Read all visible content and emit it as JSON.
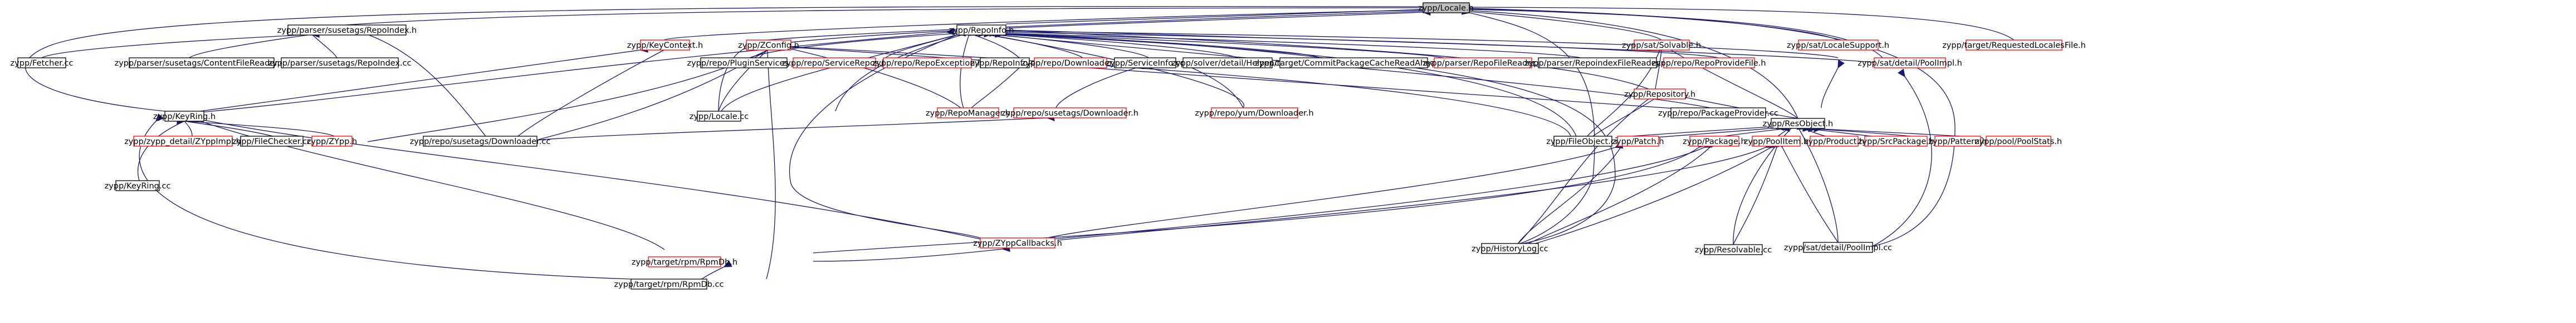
{
  "colors": {
    "edge": "#191970",
    "node_border_normal": "#000000",
    "node_border_red": "#ff0000",
    "root_fill": "#bfbfbf",
    "text": "#000000"
  },
  "nodes": {
    "root": "zypp/Locale.h",
    "reposinfo": "zypp/RepoInfo.h",
    "repoindex": "zypp/parser/susetags/RepoIndex.h",
    "fetcher": "zypp/Fetcher.cc",
    "contentfilereader": "zypp/parser/susetags/ContentFileReader.cc",
    "repoindexcc": "zypp/parser/susetags/RepoIndex.cc",
    "keyring": "zypp/KeyRing.h",
    "keycontext": "zypp/KeyContext.h",
    "zconfig": "zypp/ZConfig.h",
    "pluginservices": "zypp/repo/PluginServices.cc",
    "servicerepos": "zypp/repo/ServiceRepos.h",
    "repoexception": "zypp/repo/RepoException.h",
    "repoinfocc": "zypp/RepoInfo.cc",
    "repodownloader": "zypp/repo/Downloader.h",
    "serviceinfo": "zypp/ServiceInfo.cc",
    "solvhelper": "zypp/solver/detail/Helper.cc",
    "commitcache": "zypp/target/CommitPackageCacheReadAhead.cc",
    "repofilereader": "zypp/parser/RepoFileReader.h",
    "repoindexfilereader": "zypp/parser/RepoindexFileReader.cc",
    "repoprovidefile": "zypp/repo/RepoProvideFile.h",
    "solvable": "zypp/sat/Solvable.h",
    "localesupport": "zypp/sat/LocaleSupport.h",
    "poolimplh": "zypp/sat/detail/PoolImpl.h",
    "requestedlocales": "zypp/target/RequestedLocalesFile.h",
    "localecc": "zypp/Locale.cc",
    "zyppimpl": "zypp/zypp_detail/ZYppImpl.h",
    "filechecker": "zypp/FileChecker.cc",
    "zypph": "zypp/ZYpp.h",
    "keyringcc": "zypp/KeyRing.cc",
    "repomanager": "zypp/RepoManager.h",
    "susetagsdownloaderh": "zypp/repo/susetags/Downloader.h",
    "susetagsdownloadercc": "zypp/repo/susetags/Downloader.cc",
    "yumdownloader": "zypp/repo/yum/Downloader.h",
    "packageprovider": "zypp/repo/PackageProvider.cc",
    "repository": "zypp/Repository.h",
    "resobject": "zypp/ResObject.h",
    "fileobject": "zypp/FileObject.cc",
    "patch": "zypp/Patch.h",
    "package": "zypp/Package.h",
    "poolitem": "zypp/PoolItem.h",
    "product": "zypp/Product.h",
    "srcpackage": "zypp/SrcPackage.h",
    "pattern": "zypp/Pattern.h",
    "poolstats": "zypp/pool/PoolStats.h",
    "zyppcallbacks": "zypp/ZYppCallbacks.h",
    "historylog": "zypp/HistoryLog.cc",
    "resolvable": "zypp/Resolvable.cc",
    "poolimplcc": "zypp/sat/detail/PoolImpl.cc",
    "rpmdbh": "zypp/target/rpm/RpmDb.h",
    "rpmdbcc": "zypp/target/rpm/RpmDb.cc"
  }
}
